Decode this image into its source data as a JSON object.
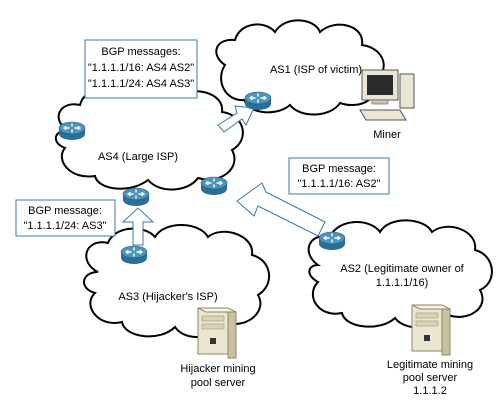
{
  "as_nodes": {
    "as1": "AS1 (ISP of victim)",
    "as4": "AS4 (Large ISP)",
    "as3": "AS3 (Hijacker's ISP)",
    "as2_line1": "AS2 (Legitimate owner of",
    "as2_line2": "1.1.1.1/16)"
  },
  "endpoints": {
    "miner": "Miner",
    "hijacker_line1": "Hijacker mining",
    "hijacker_line2": "pool server",
    "legit_line1": "Legitimate mining",
    "legit_line2": "pool server",
    "legit_ip": "1.1.1.2"
  },
  "messages": {
    "to_as1": {
      "title": "BGP messages:",
      "line1": "\"1.1.1.1/16: AS4 AS2\"",
      "line2": "\"1.1.1.1/24: AS4 AS3\""
    },
    "from_as2": {
      "title": "BGP message:",
      "line1": "\"1.1.1.1/16: AS2\""
    },
    "from_as3": {
      "title": "BGP message:",
      "line1": "\"1.1.1.1/24: AS3\""
    }
  },
  "colors": {
    "router": "#2b6f97",
    "router_top": "#4d94bd",
    "message_border": "#3c78a8"
  }
}
